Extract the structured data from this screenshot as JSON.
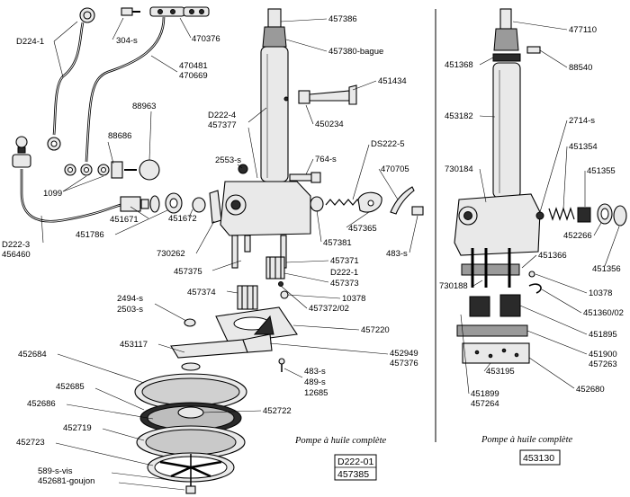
{
  "left_assembly": {
    "caption": "Pompe à huile complète",
    "box_lines": [
      "D222-01",
      "457385"
    ],
    "labels": {
      "d224_1": "D224-1",
      "s304": "304-s",
      "p470376": "470376",
      "p470481": "470481",
      "p470669": "470669",
      "p88963": "88963",
      "p88686": "88686",
      "p1099": "1099",
      "d222_3": "D222-3",
      "p456460": "456460",
      "p451671": "451671",
      "p451672": "451672",
      "p451786": "451786",
      "p730262": "730262",
      "p457386": "457386",
      "p457380": "457380-bague",
      "p451434": "451434",
      "p450234": "450234",
      "d222_4": "D222-4",
      "p457377": "457377",
      "s2553": "2553-s",
      "s764": "764-s",
      "ds222_5": "DS222-5",
      "p470705": "470705",
      "p457365": "457365",
      "p457381": "457381",
      "s483a": "483-s",
      "p457375": "457375",
      "p457371": "457371",
      "d222_1": "D222-1",
      "p457373": "457373",
      "p457374": "457374",
      "p10378": "10378",
      "p457372": "457372/02",
      "s2494": "2494-s",
      "s2503": "2503-s",
      "p457220": "457220",
      "p453117": "453117",
      "p452949": "452949",
      "p457376": "457376",
      "p452684": "452684",
      "s483b": "483-s",
      "s489": "489-s",
      "p12685": "12685",
      "p452685": "452685",
      "p452686": "452686",
      "p452722": "452722",
      "p452719": "452719",
      "p452723": "452723",
      "s589": "589-s-vis",
      "p452681": "452681-goujon"
    }
  },
  "right_assembly": {
    "caption": "Pompe à huile complète",
    "box_lines": [
      "453130"
    ],
    "labels": {
      "p477110": "477110",
      "p451368": "451368",
      "p88540": "88540",
      "p453182": "453182",
      "s2714": "2714-s",
      "p730184": "730184",
      "p451354": "451354",
      "p451355": "451355",
      "p452266": "452266",
      "p451366": "451366",
      "p451356": "451356",
      "p730188": "730188",
      "p10378": "10378",
      "p451360": "451360/02",
      "p451895": "451895",
      "p451900": "451900",
      "p457263": "457263",
      "p453195": "453195",
      "p452680": "452680",
      "p451899": "451899",
      "p457264": "457264"
    }
  }
}
